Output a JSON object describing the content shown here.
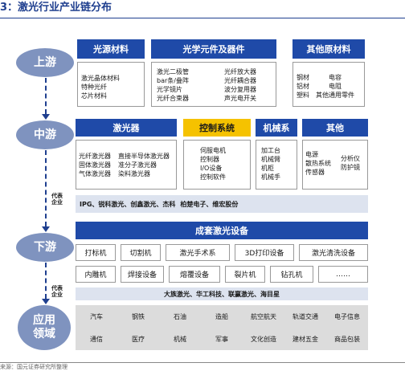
{
  "title": "3：激光行业产业链分布",
  "stages": {
    "upstream": "上游",
    "midstream": "中游",
    "downstream": "下游",
    "application": "应用领域"
  },
  "upstream": {
    "light_source": {
      "header": "光源材料",
      "items": [
        "激光晶体材料",
        "特种光纤",
        "芯片材料"
      ]
    },
    "optical_components": {
      "header": "光学元件及器件",
      "left": [
        "激光二极管",
        "bar条/叠阵",
        "光学镜片",
        "光纤合束器"
      ],
      "right": [
        "光纤放大器",
        "光纤耦合器",
        "波分复用器",
        "声光电开关"
      ]
    },
    "other_raw": {
      "header": "其他原材料",
      "rows": [
        [
          "钢材",
          "电容"
        ],
        [
          "铝材",
          "电阻"
        ],
        [
          "塑料",
          "其他通用零件"
        ]
      ]
    }
  },
  "midstream": {
    "laser": {
      "header": "激光器",
      "left": [
        "光纤激光器",
        "固体激光器",
        "气体激光器"
      ],
      "right": [
        "直接半导体激光器",
        "准分子激光器",
        "染料激光器"
      ]
    },
    "control": {
      "header": "控制系统",
      "items": [
        "伺服电机",
        "控制器",
        "I/O设备",
        "控制软件"
      ]
    },
    "mechanical": {
      "header": "机械系",
      "items": [
        "加工台",
        "机械臂",
        "机柜",
        "机械手"
      ]
    },
    "other": {
      "header": "其他",
      "left": [
        "电源",
        "散热系统",
        "传感器"
      ],
      "right": [
        "分析仪",
        "防护镜"
      ]
    },
    "rep_label": "代表企业",
    "rep_companies": "IPG、锐科激光、创鑫激光、杰科",
    "rep_companies_extra": "柏楚电子、维宏股份"
  },
  "downstream": {
    "header": "成套激光设备",
    "row1": [
      "打标机",
      "切割机",
      "激光手术系",
      "3D打印设备",
      "激光清洗设备"
    ],
    "row2": [
      "内雕机",
      "焊接设备",
      "熔覆设备",
      "裂片机",
      "钻孔机",
      "……"
    ],
    "rep_label": "代表企业",
    "rep_companies": "大族激光、华工科技、联赢激光、海目星"
  },
  "applications": {
    "row1": [
      "汽车",
      "钢铁",
      "石油",
      "造船",
      "航空航天",
      "轨道交通",
      "电子信息"
    ],
    "row2": [
      "通信",
      "医疗",
      "机械",
      "军事",
      "文化创造",
      "建材五金",
      "商品包装"
    ]
  },
  "source": "来源：国元证券研究所整理"
}
